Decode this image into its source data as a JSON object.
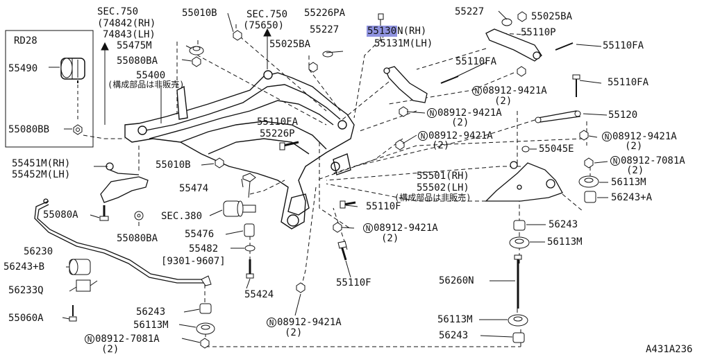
{
  "box": {
    "title": "RD28",
    "p1": "55490",
    "p2": "55080BB"
  },
  "sec750a": {
    "l1": "SEC.750",
    "l2": "(74842(RH)",
    "l3": "74843(LH)"
  },
  "sec750b": {
    "l1": "SEC.750",
    "l2": "(75650)"
  },
  "labels": {
    "p55010B_top": "55010B",
    "p55475M": "55475M",
    "p55080BA_top": "55080BA",
    "p55400": "55400",
    "note1": "(構成部品は非販売)",
    "p55226PA": "55226PA",
    "p55227_a": "55227",
    "p55025BA_a": "55025BA",
    "p55130N": "55130",
    "p55130N_rh": "N(RH)",
    "p55131M": "55131M(LH)",
    "p55227_b": "55227",
    "p55025BA_b": "55025BA",
    "p55110P": "55110P",
    "p55110FA_1": "55110FA",
    "p55110FA_2": "55110FA",
    "p55110FA_3": "55110FA",
    "n08912_1": "08912-9421A",
    "n08912_1q": "(2)",
    "n08912_2": "08912-9421A",
    "n08912_2q": "(2)",
    "p55120": "55120",
    "n08912_3": "08912-9421A",
    "n08912_3q": "(2)",
    "p55110FA_4": "55110FA",
    "p55226P": "55226P",
    "n08912_4": "08912-9421A",
    "n08912_4q": "(2)",
    "p55045E": "55045E",
    "n08912_7081_r": "08912-7081A",
    "n08912_7081_rq": "(2)",
    "p55451M": "55451M(RH)",
    "p55452M": "55452M(LH)",
    "p55010B_mid": "55010B",
    "p55474": "55474",
    "p55501": "55501(RH)",
    "p55502": "55502(LH)",
    "note2": "(構成部品は非販売)",
    "p56113M_r1": "56113M",
    "p56243A": "56243+A",
    "p55080A": "55080A",
    "p55110F_1": "55110F",
    "sec380": "SEC.380",
    "p55080BA_mid": "55080BA",
    "n08912_5": "08912-9421A",
    "n08912_5q": "(2)",
    "p55476": "55476",
    "p56243_r": "56243",
    "p56230": "56230",
    "p55482": "55482",
    "p55482d": "[9301-9607]",
    "p56113M_r2": "56113M",
    "p56243B": "56243+B",
    "p56233Q": "56233Q",
    "p55424": "55424",
    "p55110F_2": "55110F",
    "p56260N": "56260N",
    "p55060A": "55060A",
    "p56243_b": "56243",
    "p56113M_b": "56113M",
    "n08912_6": "08912-9421A",
    "n08912_6q": "(2)",
    "p56113M_r3": "56113M",
    "n08912_7081_b": "08912-7081A",
    "n08912_7081_bq": "(2)",
    "p56243_r3": "56243",
    "ref": "A431A236"
  },
  "circled_letter": "N"
}
